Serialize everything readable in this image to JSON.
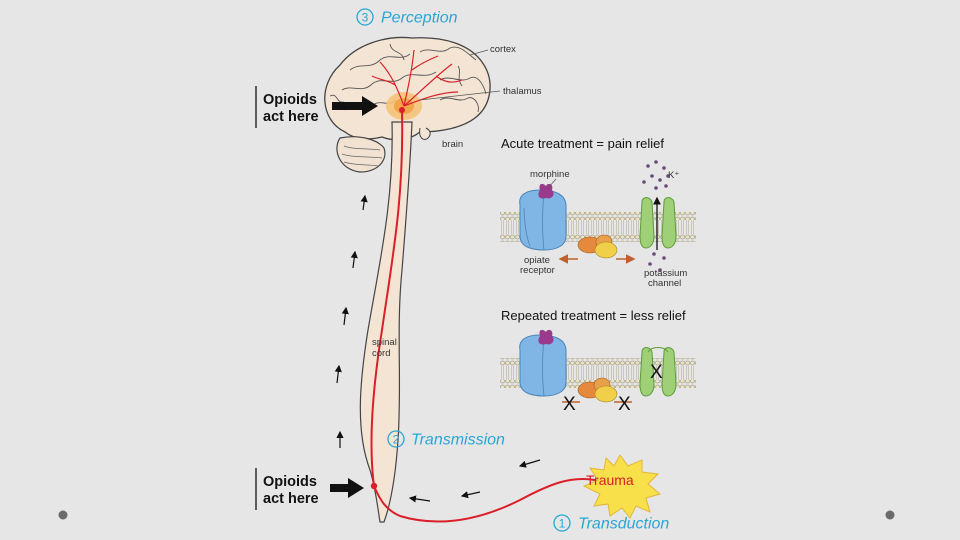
{
  "stages": {
    "perception": {
      "number": "3",
      "label": "Perception"
    },
    "transmission": {
      "number": "2",
      "label": "Transmission"
    },
    "transduction": {
      "number": "1",
      "label": "Transduction"
    }
  },
  "brain_labels": {
    "cortex": "cortex",
    "thalamus": "thalamus",
    "brain": "brain"
  },
  "spinal_label": {
    "line1": "spinal",
    "line2": "cord"
  },
  "opioid_labels": {
    "upper": {
      "line1": "Opioids",
      "line2": "act here"
    },
    "lower": {
      "line1": "Opioids",
      "line2": "act here"
    }
  },
  "trauma_label": "Trauma",
  "acute": {
    "title": "Acute treatment = pain relief",
    "morphine": "morphine",
    "ion": "K⁺",
    "opiate_receptor": {
      "line1": "opiate",
      "line2": "receptor"
    },
    "potassium_channel": {
      "line1": "potassium",
      "line2": "channel"
    }
  },
  "repeated": {
    "title": "Repeated treatment = less relief",
    "block_mark": "X"
  },
  "colors": {
    "background": "#e6e6e6",
    "nerve": "#d9202a",
    "stage_text": "#2aa6d6",
    "receptor": "#7fb6e6",
    "channel": "#9fcf76",
    "morphine": "#9a3a8c",
    "g_protein_orange": "#e58a3c",
    "g_protein_yellow": "#f2cf4a",
    "trauma": "#f8e04a",
    "arrow_brown": "#c0612d"
  }
}
